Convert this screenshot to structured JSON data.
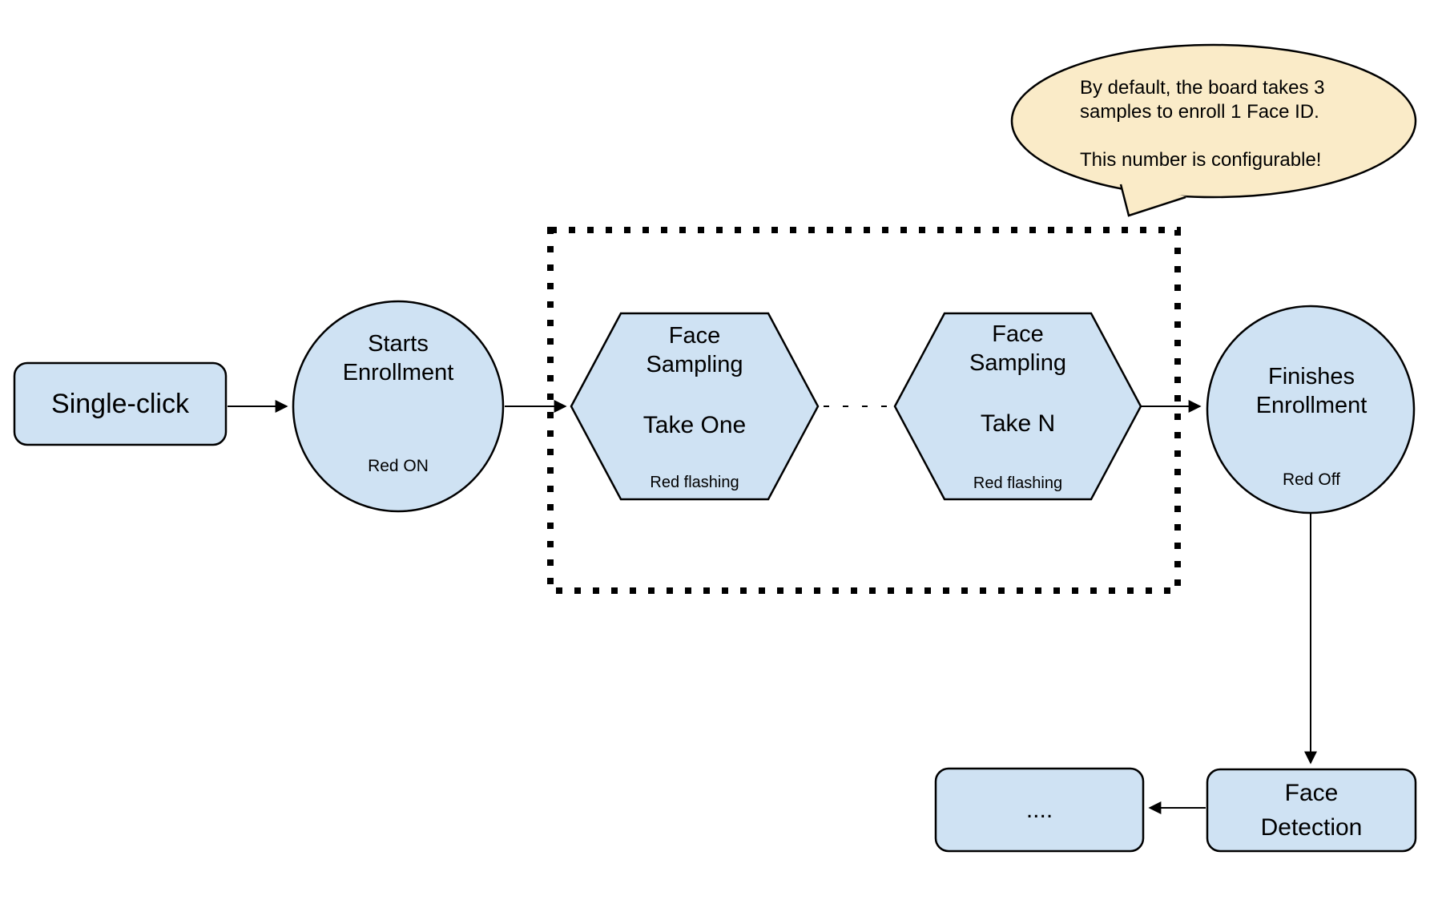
{
  "diagram": {
    "nodes": {
      "single_click": {
        "label": "Single-click"
      },
      "starts_enrollment": {
        "title": "Starts\nEnrollment",
        "status": "Red ON"
      },
      "face_sampling_one": {
        "title": "Face\nSampling",
        "step": "Take One",
        "status": "Red flashing"
      },
      "face_sampling_n": {
        "title": "Face\nSampling",
        "step": "Take N",
        "status": "Red flashing"
      },
      "finishes_enrollment": {
        "title": "Finishes\nEnrollment",
        "status": "Red Off"
      },
      "face_detection": {
        "label": "Face\nDetection"
      },
      "continuation": {
        "label": "...."
      }
    },
    "callout": {
      "text": "By default, the board takes 3\nsamples to enroll 1 Face ID.\n\nThis number is configurable!"
    },
    "colors": {
      "node_fill": "#CFE2F3",
      "callout_fill": "#FAEBC8",
      "stroke": "#000000"
    }
  }
}
